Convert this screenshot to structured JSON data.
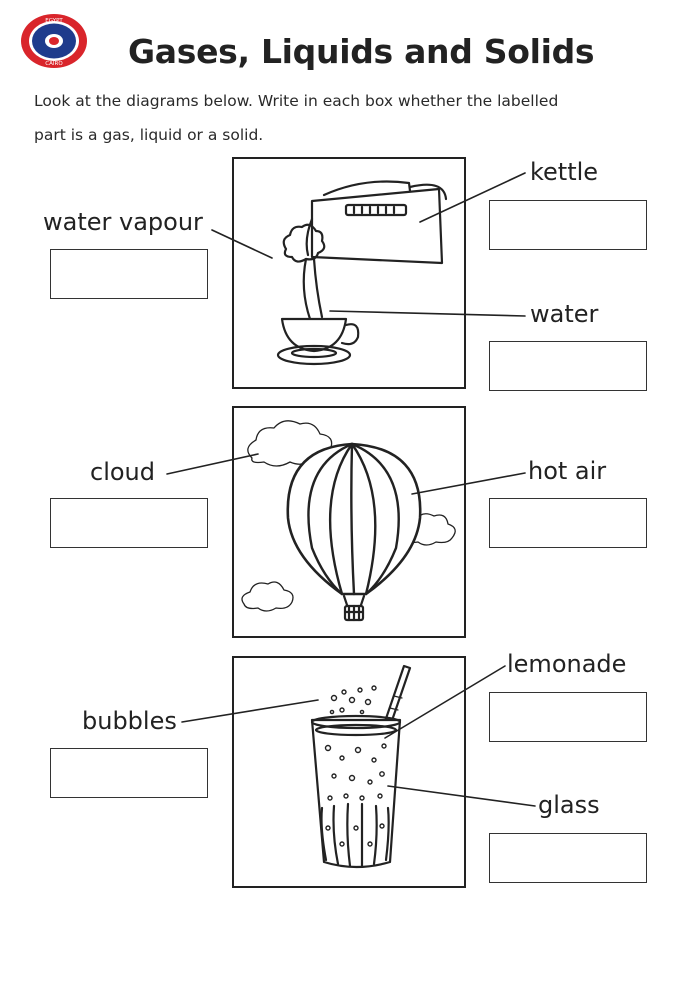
{
  "header": {
    "title": "Gases, Liquids and Solids",
    "logo": {
      "icon": "school-crest-logo",
      "ring_text_top": "EGYPT",
      "ring_text_bottom": "CAIRO",
      "colors": {
        "outer": "#d9252b",
        "inner": "#1f3b8c",
        "ring": "#ffffff"
      }
    }
  },
  "instructions": {
    "line1": "Look at the diagrams below. Write in each box whether the labelled",
    "line2": "part is a gas, liquid or a solid."
  },
  "panels": [
    {
      "name": "kettle-scene",
      "labels": {
        "left": {
          "text": "water vapour",
          "answer": ""
        },
        "right_top": {
          "text": "kettle",
          "answer": ""
        },
        "right_bottom": {
          "text": "water",
          "answer": ""
        }
      }
    },
    {
      "name": "balloon-scene",
      "labels": {
        "left": {
          "text": "cloud",
          "answer": ""
        },
        "right": {
          "text": "hot air",
          "answer": ""
        }
      }
    },
    {
      "name": "lemonade-scene",
      "labels": {
        "left": {
          "text": "bubbles",
          "answer": ""
        },
        "right_top": {
          "text": "lemonade",
          "answer": ""
        },
        "right_bottom": {
          "text": "glass",
          "answer": ""
        }
      }
    }
  ],
  "colors": {
    "ink": "#222222",
    "box_border": "#333333",
    "background": "#ffffff"
  }
}
